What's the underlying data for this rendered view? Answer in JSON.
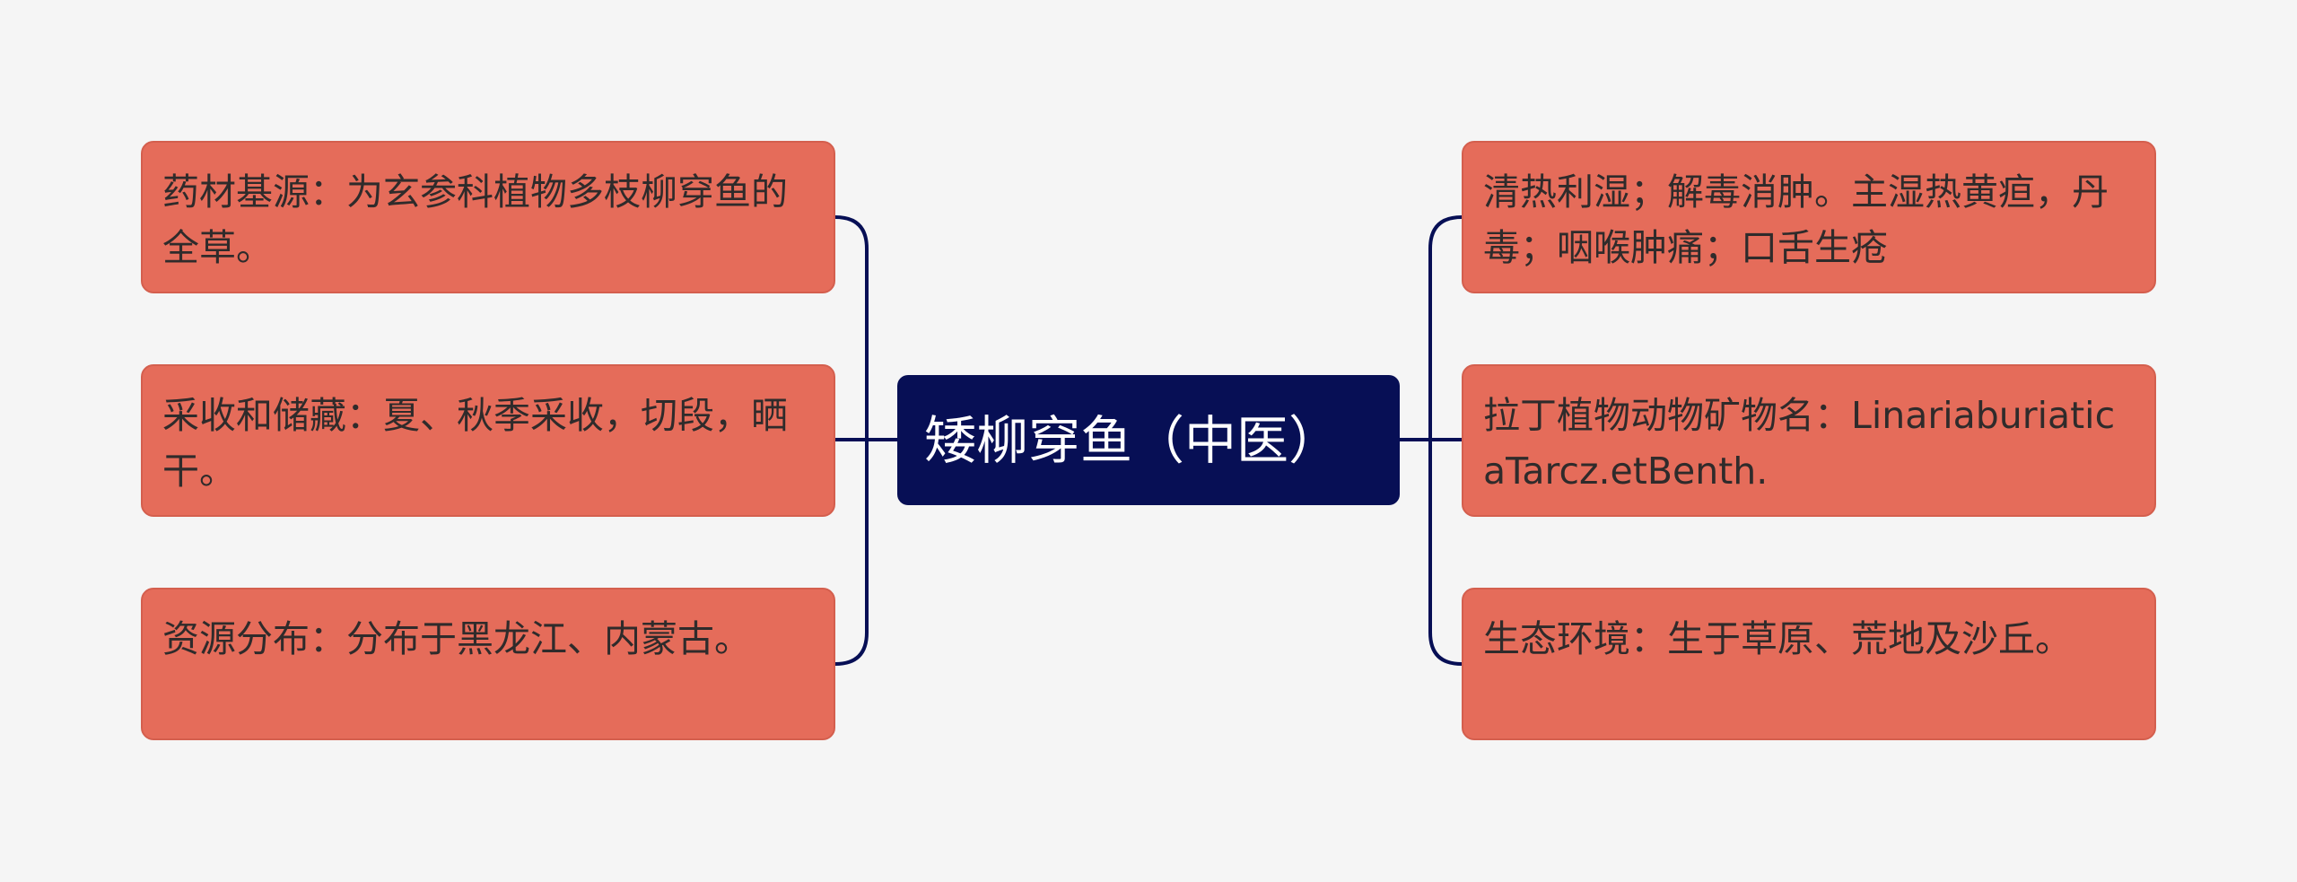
{
  "center": {
    "label": "矮柳穿鱼（中医）"
  },
  "left_branches": [
    {
      "text": "药材基源：为玄参科植物多枝柳穿鱼的全草。"
    },
    {
      "text": "采收和储藏：夏、秋季采收，切段，晒干。"
    },
    {
      "text": "资源分布：分布于黑龙江、内蒙古。"
    }
  ],
  "right_branches": [
    {
      "text": "清热利湿；解毒消肿。主湿热黄疸，丹毒；咽喉肿痛；口舌生疮"
    },
    {
      "text": "拉丁植物动物矿物名：LinariaburiaticaTarcz.etBenth."
    },
    {
      "text": "生态环境：生于草原、荒地及沙丘。"
    }
  ],
  "colors": {
    "background": "#f5f5f5",
    "center_fill": "#070f55",
    "center_text": "#ffffff",
    "node_fill": "#e56c5a",
    "node_text": "#2f2b2b",
    "connector": "#070f55"
  }
}
